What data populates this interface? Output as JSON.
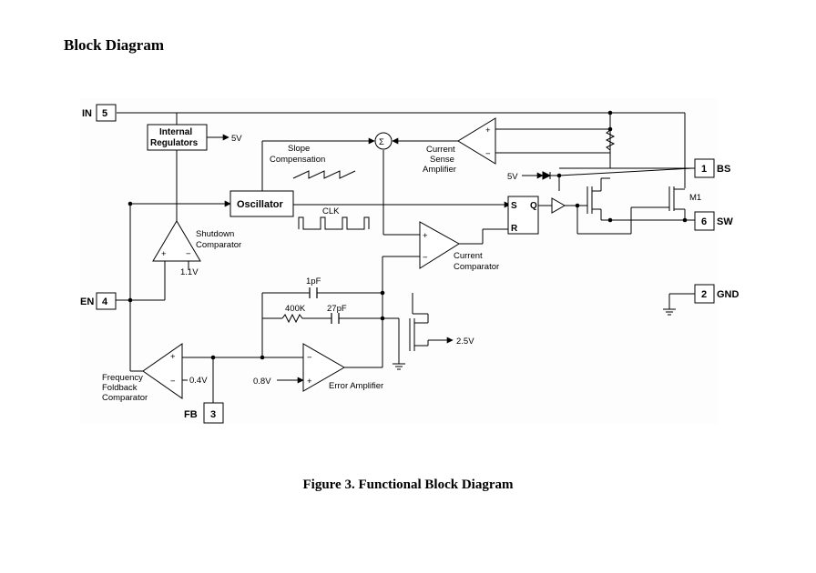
{
  "heading": "Block Diagram",
  "caption": "Figure 3. Functional Block Diagram",
  "pins": {
    "in": {
      "name": "IN",
      "num": "5"
    },
    "en": {
      "name": "EN",
      "num": "4"
    },
    "fb": {
      "name": "FB",
      "num": "3"
    },
    "bs": {
      "name": "BS",
      "num": "1"
    },
    "sw": {
      "name": "SW",
      "num": "6"
    },
    "gnd": {
      "name": "GND",
      "num": "2"
    }
  },
  "blocks": {
    "regulators_line1": "Internal",
    "regulators_line2": "Regulators",
    "regulator_output": "5V",
    "oscillator": "Oscillator",
    "clk": "CLK",
    "slope_line1": "Slope",
    "slope_line2": "Compensation",
    "summer": "Σ",
    "csa_line1": "Current",
    "csa_line2": "Sense",
    "csa_line3": "Amplifier",
    "latch_s": "S",
    "latch_r": "R",
    "latch_q": "Q",
    "supply_5v": "5V",
    "m1": "M1",
    "shutdown_line1": "Shutdown",
    "shutdown_line2": "Comparator",
    "shutdown_ref": "1.1V",
    "cc_line1": "Current",
    "cc_line2": "Comparator",
    "cap_1pf": "1pF",
    "res_400k": "400K",
    "cap_27pf": "27pF",
    "ref_2_5v": "2.5V",
    "ff_line1": "Frequency",
    "ff_line2": "Foldback",
    "ff_line3": "Comparator",
    "ff_ref": "0.4V",
    "ea_ref": "0.8V",
    "error_amp": "Error Amplifier",
    "plus": "+",
    "minus": "−"
  }
}
